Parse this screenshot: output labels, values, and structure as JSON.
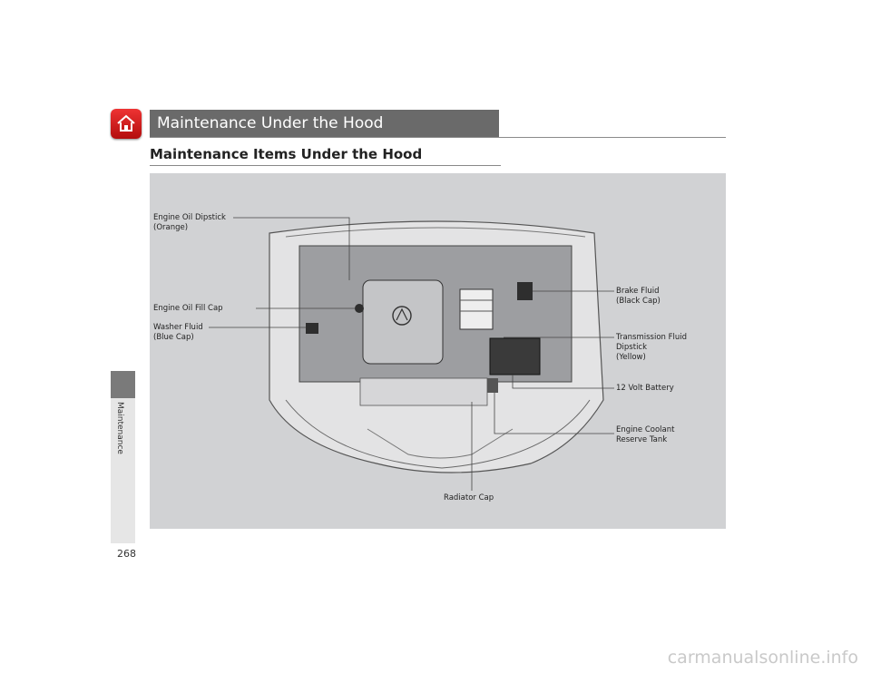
{
  "header": {
    "chapter_title": "Maintenance Under the Hood",
    "section_title": "Maintenance Items Under the Hood"
  },
  "sidebar": {
    "tab_label": "Maintenance"
  },
  "page_number": "268",
  "callouts": {
    "engine_oil_dipstick": "Engine Oil Dipstick",
    "engine_oil_dipstick_note": "(Orange)",
    "engine_oil_fill_cap": "Engine Oil Fill Cap",
    "washer_fluid": "Washer Fluid",
    "washer_fluid_note": "(Blue Cap)",
    "brake_fluid": "Brake Fluid",
    "brake_fluid_note": "(Black Cap)",
    "transmission_fluid": "Transmission Fluid",
    "transmission_fluid_line2": "Dipstick",
    "transmission_fluid_note": "(Yellow)",
    "battery": "12 Volt Battery",
    "engine_coolant": "Engine Coolant",
    "engine_coolant_line2": "Reserve Tank",
    "radiator_cap": "Radiator Cap"
  },
  "watermark": "carmanualsonline.info"
}
